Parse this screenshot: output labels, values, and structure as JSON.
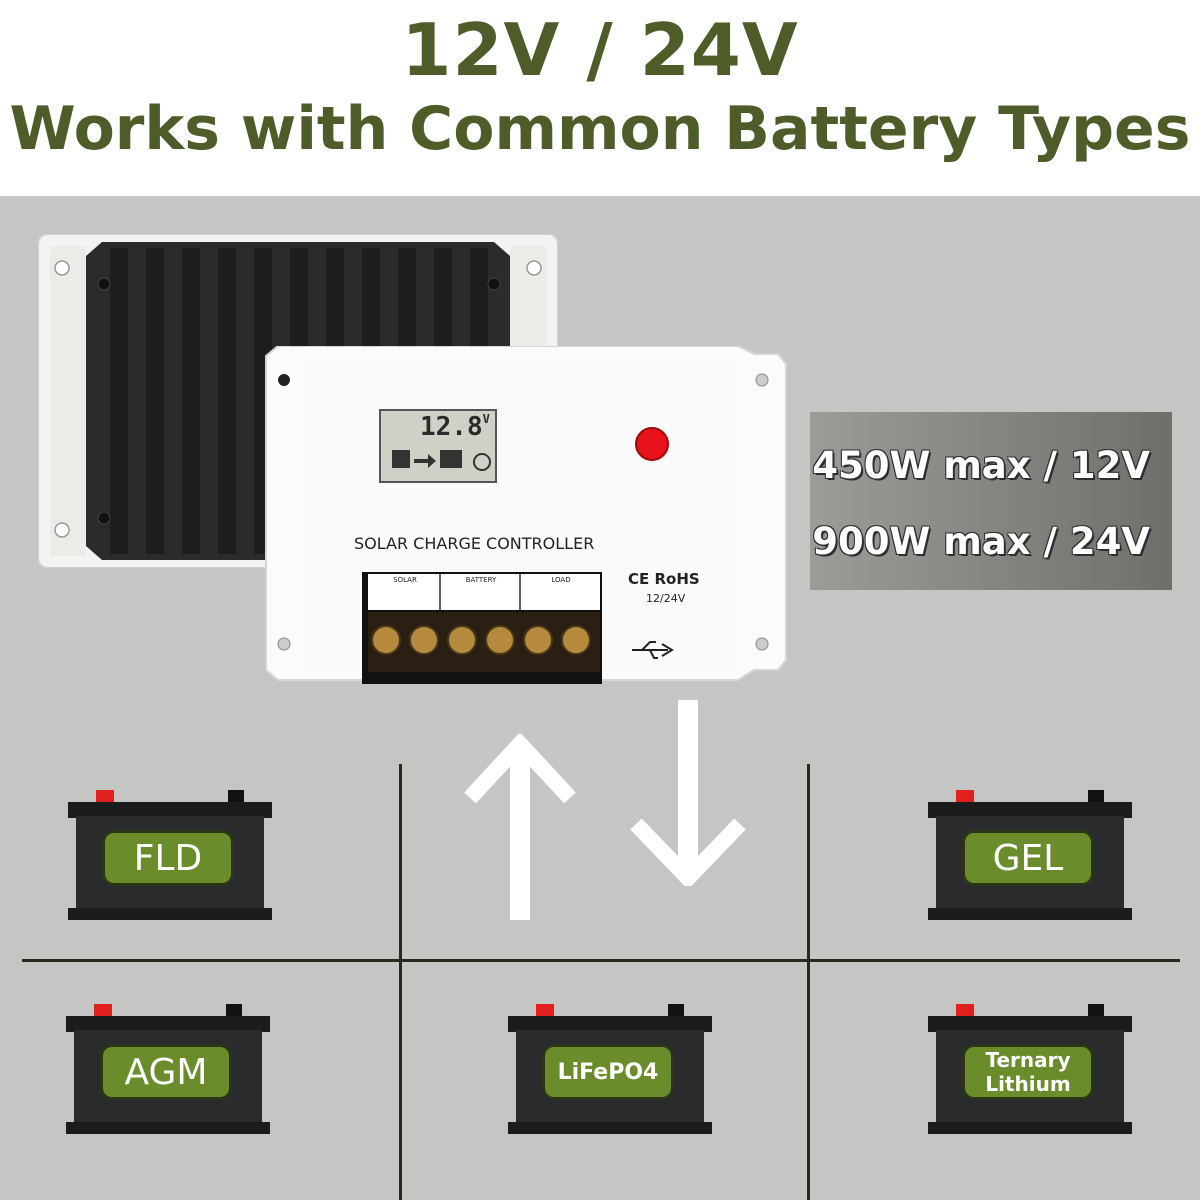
{
  "header": {
    "title": "12V / 24V",
    "subtitle": "Works with Common Battery Types"
  },
  "controller": {
    "name": "SOLAR CHARGE CONTROLLER",
    "display_value": "12.8",
    "display_unit": "V",
    "terminals": [
      {
        "label": "SOLAR"
      },
      {
        "label": "BATTERY"
      },
      {
        "label": "LOAD"
      }
    ],
    "certifications": "CE RoHS",
    "voltage": "12/24V"
  },
  "specs": {
    "line1": "450W max / 12V",
    "line2": "900W max / 24V"
  },
  "batteries": [
    {
      "label": "FLD"
    },
    {
      "label": "GEL"
    },
    {
      "label": "AGM"
    },
    {
      "label": "LiFePO4"
    },
    {
      "label": "Ternary Lithium"
    }
  ],
  "colors": {
    "title_green": "#4d5c28",
    "label_green": "#6a8c2a",
    "background": "#c5c6c4"
  }
}
